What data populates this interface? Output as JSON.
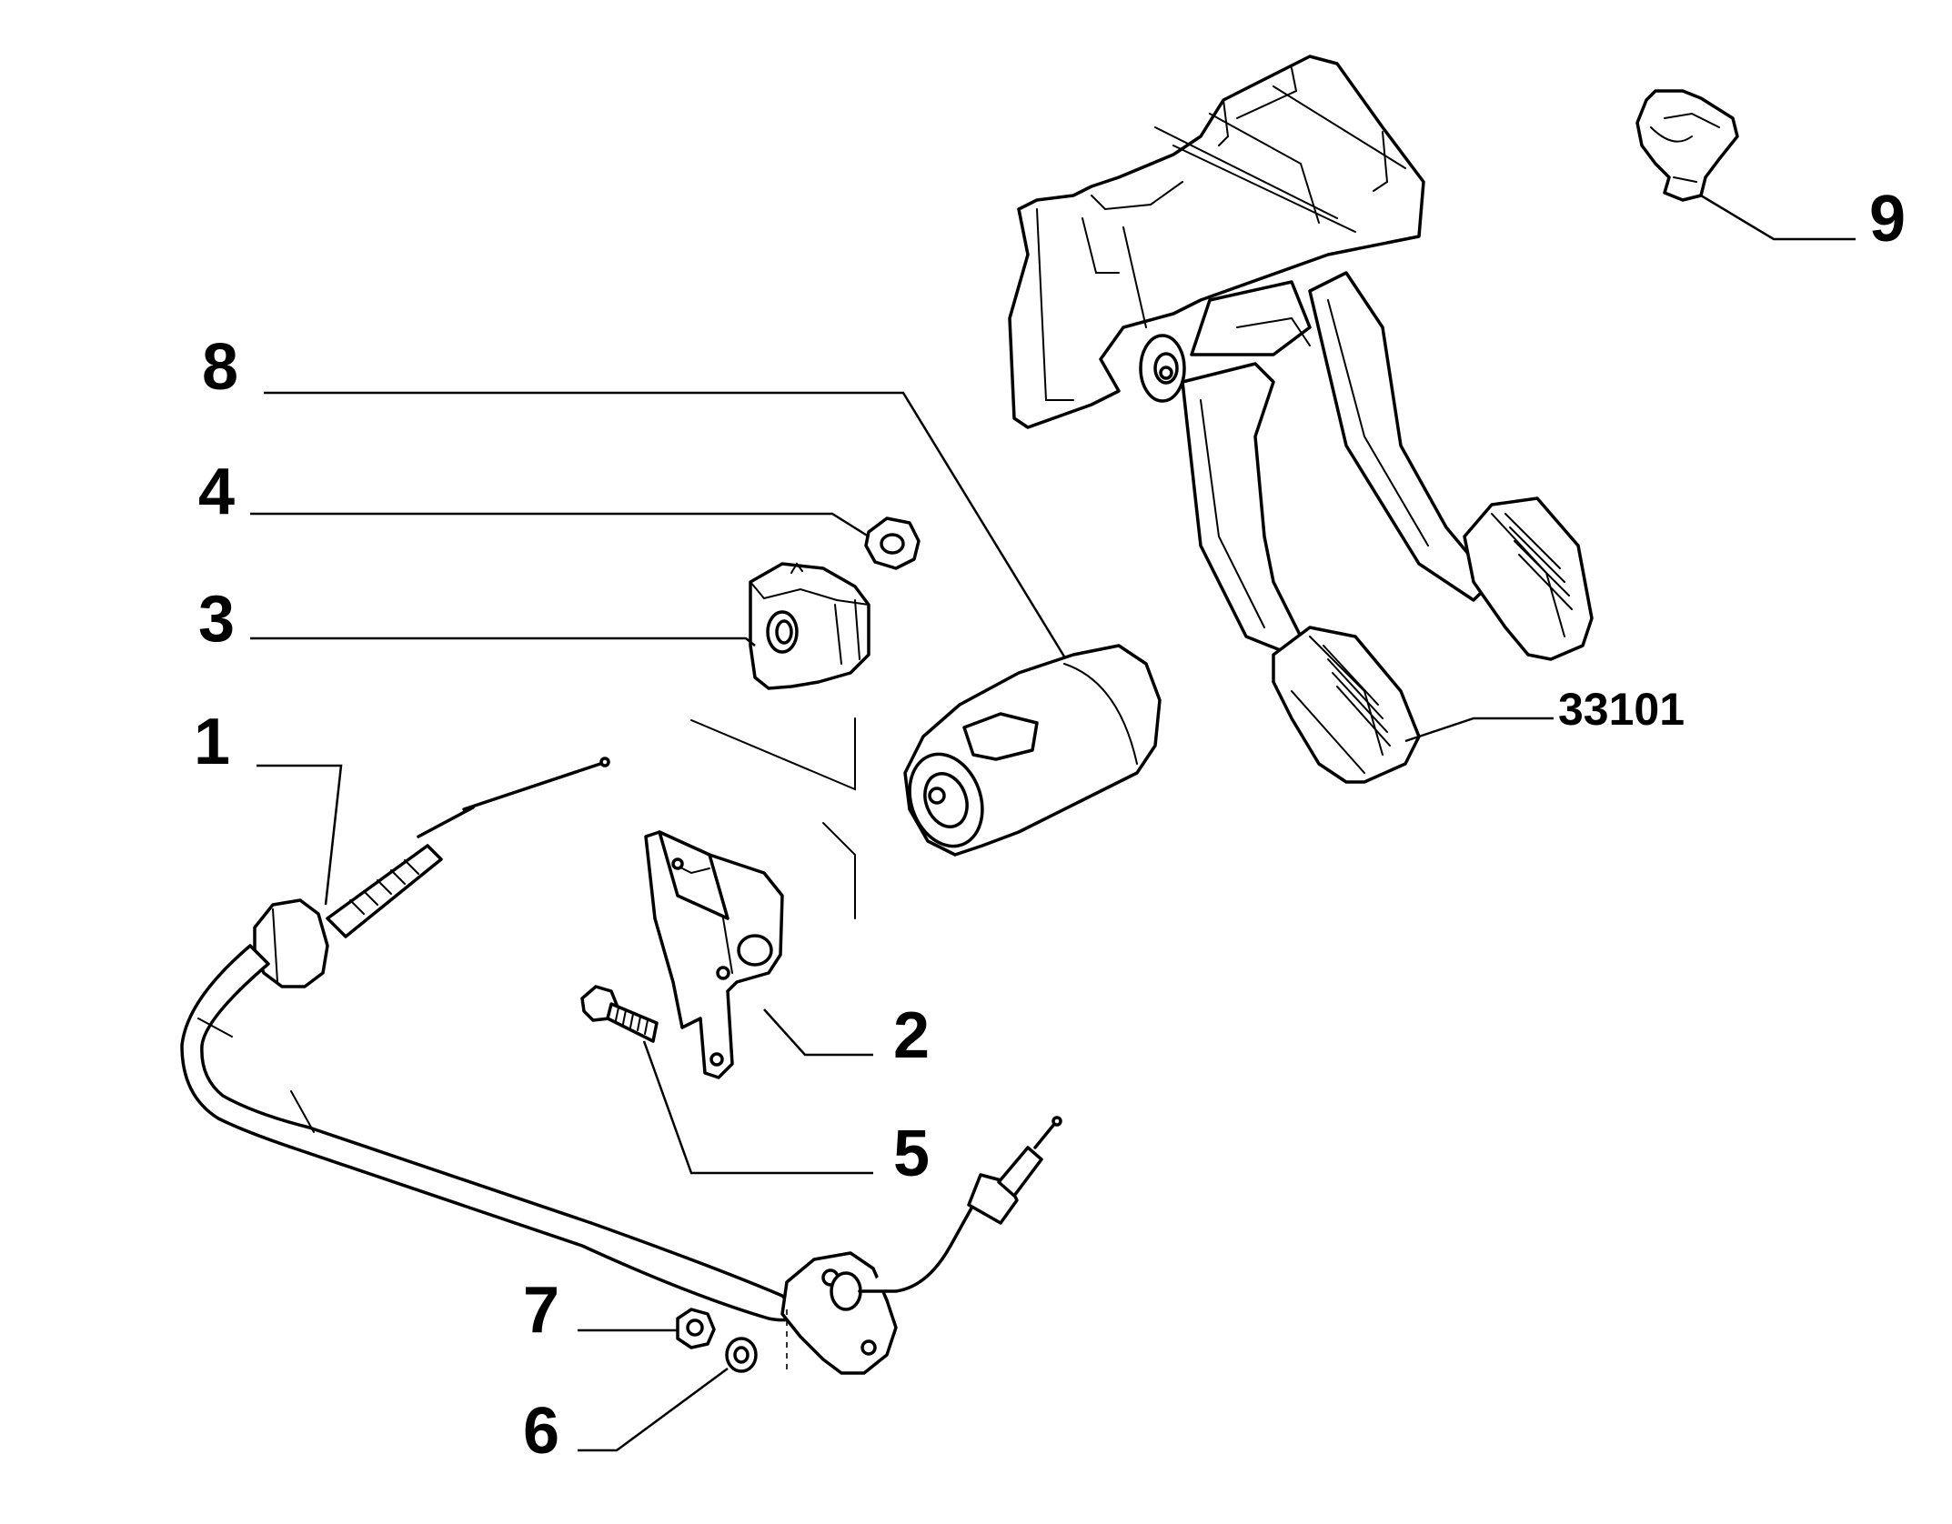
{
  "callouts": {
    "c1": "1",
    "c2": "2",
    "c3": "3",
    "c4": "4",
    "c5": "5",
    "c6": "6",
    "c7": "7",
    "c8": "8",
    "c9": "9",
    "assembly": "33101"
  }
}
